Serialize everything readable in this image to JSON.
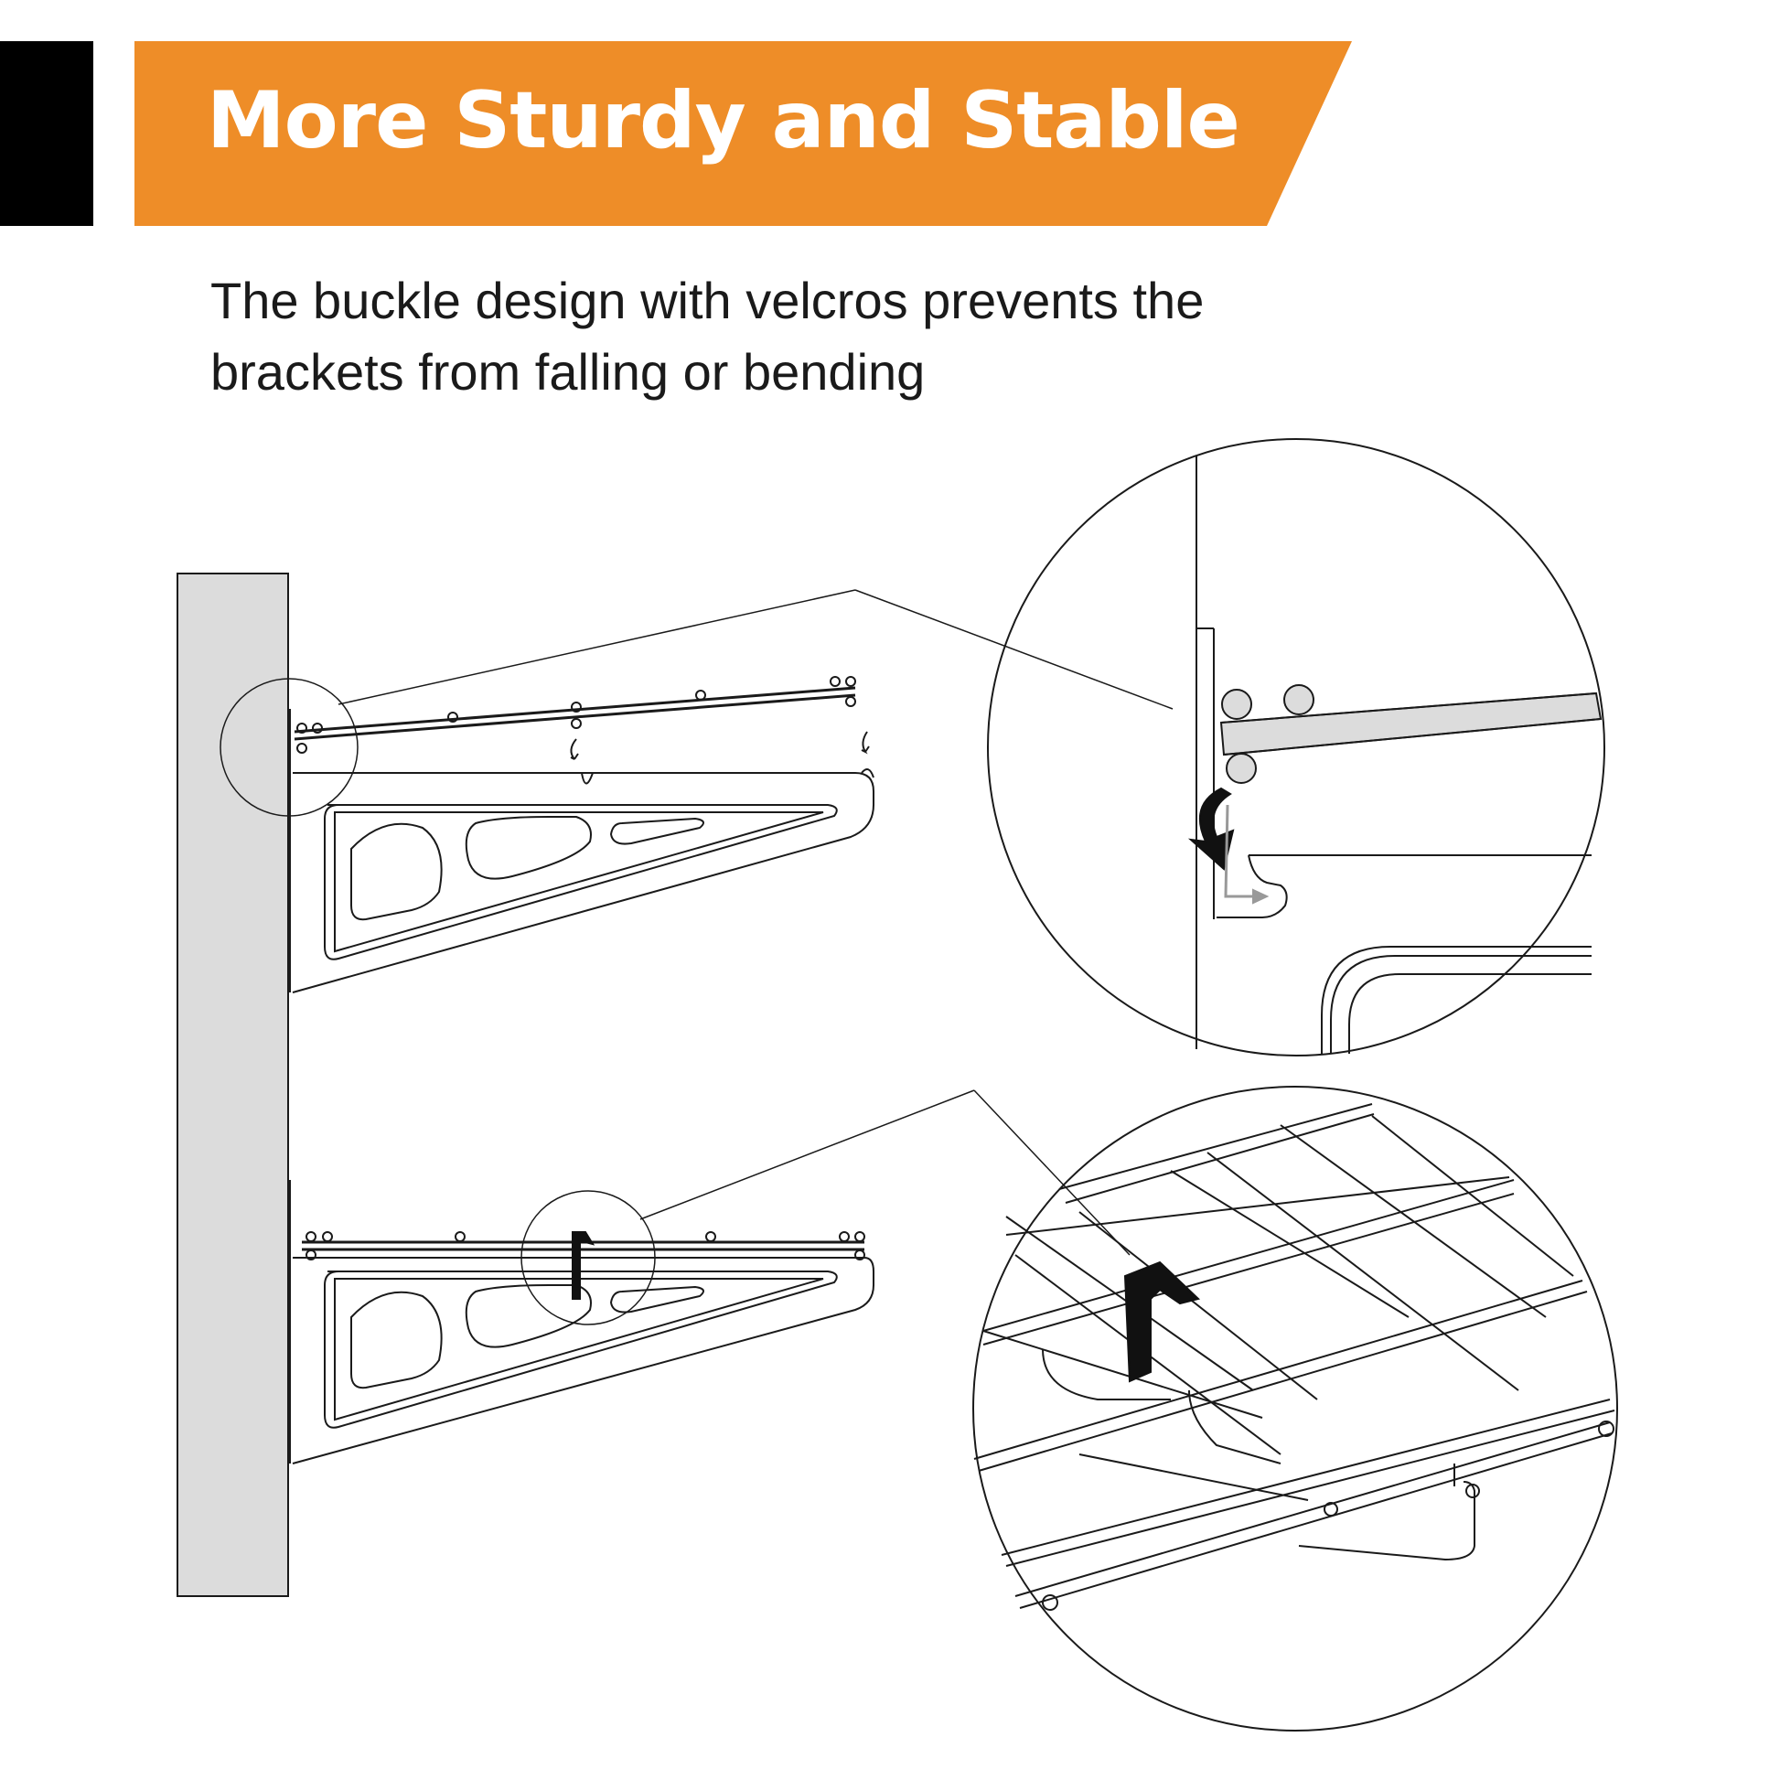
{
  "header": {
    "title": "More Sturdy and Stable",
    "accent_color": "#EE8D28",
    "tab_color": "#000000"
  },
  "description": {
    "line1": "The buckle design with velcros prevents the",
    "line2": "brackets from falling or bending"
  },
  "illustration": {
    "wall_color": "#DCDCDC",
    "line_color": "#1a1a1a",
    "strap_color": "#111111",
    "callout_top": "bracket-hook-detail",
    "callout_bottom": "velcro-strap-detail"
  }
}
